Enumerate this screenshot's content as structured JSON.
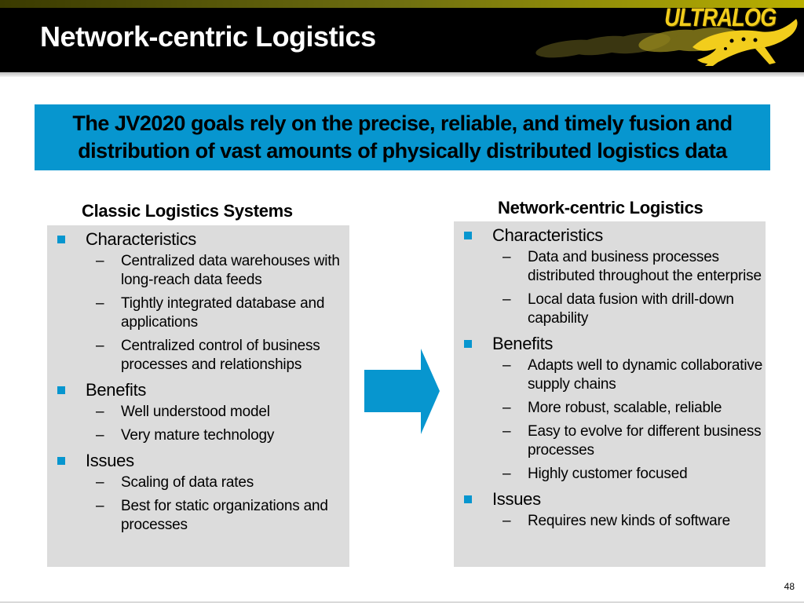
{
  "header": {
    "title": "Network-centric Logistics",
    "logo_text": "ULTRALOG"
  },
  "banner": {
    "line1": "The JV2020 goals rely on the precise, reliable, and timely fusion and",
    "line2": "distribution of vast amounts of physically distributed logistics data"
  },
  "left": {
    "heading": "Classic Logistics Systems",
    "sections": [
      {
        "label": "Characteristics",
        "items": [
          "Centralized data warehouses with long-reach data feeds",
          "Tightly integrated database and applications",
          "Centralized control of business processes and relationships"
        ]
      },
      {
        "label": "Benefits",
        "items": [
          "Well understood model",
          "Very mature technology"
        ]
      },
      {
        "label": "Issues",
        "items": [
          "Scaling of data rates",
          "Best for static organizations and processes"
        ]
      }
    ]
  },
  "right": {
    "heading": "Network-centric Logistics",
    "sections": [
      {
        "label": "Characteristics",
        "items": [
          "Data and business processes distributed throughout the enterprise",
          "Local data fusion with drill-down capability"
        ]
      },
      {
        "label": "Benefits",
        "items": [
          "Adapts well to dynamic collaborative supply chains",
          "More robust, scalable, reliable",
          "Easy to evolve for different business processes",
          "Highly customer focused"
        ]
      },
      {
        "label": "Issues",
        "items": [
          "Requires new kinds of software"
        ]
      }
    ]
  },
  "footer": {
    "page_number": "48"
  },
  "colors": {
    "accent": "#0796cf",
    "panel": "#dcdcdc",
    "header": "#000000",
    "logo": "#f2cd1c"
  },
  "icons": {
    "bullet": "square-bullet-icon",
    "transition": "arrow-right-icon"
  }
}
